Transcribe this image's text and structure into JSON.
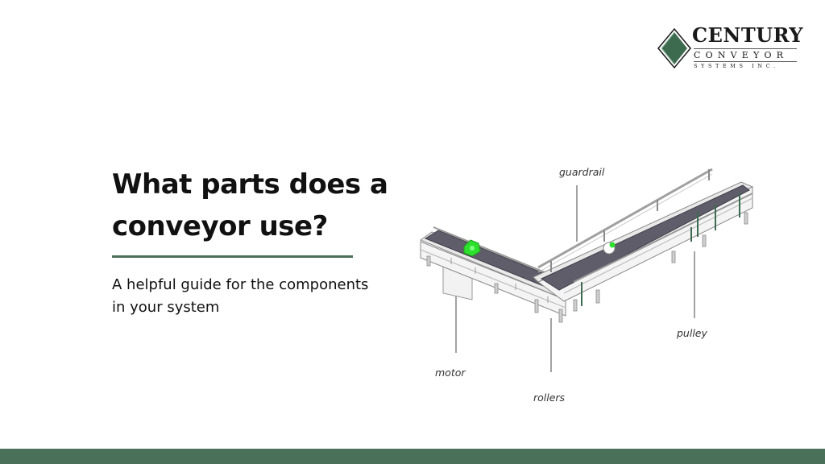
{
  "logo": {
    "brand": "CENTURY",
    "line2": "CONVEYOR",
    "line3": "SYSTEMS INC.",
    "diamond_color": "#3d6b4f"
  },
  "headline": "What parts does a conveyor use?",
  "subhead": "A helpful guide for the components in your system",
  "callouts": {
    "guardrail": "guardrail",
    "pulley": "pulley",
    "motor": "motor",
    "rollers": "rollers"
  },
  "colors": {
    "accent": "#4a7059",
    "belt": "#5f5d6a",
    "motor_green": "#2ee02e"
  }
}
